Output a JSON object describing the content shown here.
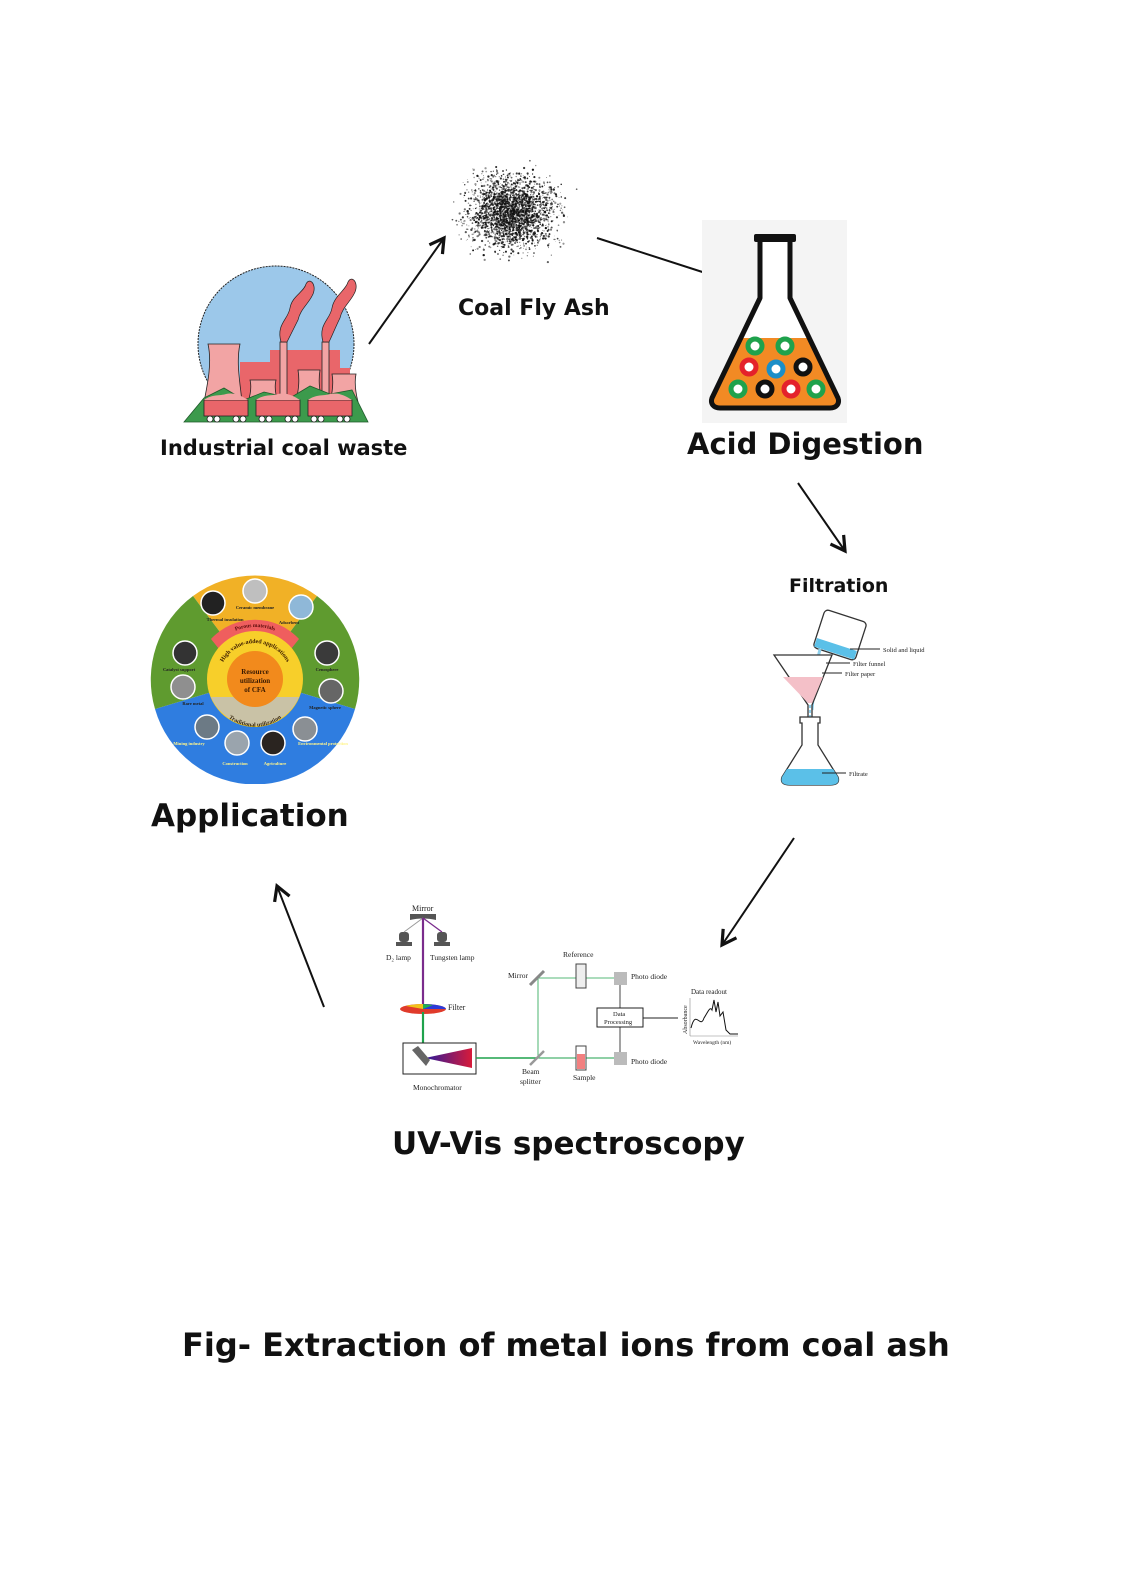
{
  "diagram": {
    "caption": "Fig- Extraction of metal ions from coal ash",
    "colors": {
      "arrow": "#111111",
      "sky": "#9cc8ea",
      "smoke": "#e9666a",
      "tower": "#f2a4a4",
      "ground": "#3c9a4c",
      "flask_liquid": "#f28a24",
      "filtrate": "#5bc0e8",
      "beam_green": "#1fa24c",
      "beam_purple": "#7a2c8c"
    },
    "steps": [
      {
        "id": "industrial",
        "label": "Industrial coal waste",
        "icon": "power-plant-icon"
      },
      {
        "id": "fly-ash",
        "label": "Coal Fly Ash",
        "icon": "ash-particles-icon"
      },
      {
        "id": "acid",
        "label": "Acid Digestion",
        "icon": "erlenmeyer-flask-icon"
      },
      {
        "id": "filtration",
        "label": "Filtration",
        "icon": "filtration-setup-icon"
      },
      {
        "id": "uvvis",
        "label": "UV-Vis spectroscopy",
        "icon": "spectrophotometer-schematic-icon"
      },
      {
        "id": "application",
        "label": "Application",
        "icon": "cfa-utilization-wheel-icon"
      }
    ],
    "filtration_labels": {
      "solid_liquid": "Solid and liquid",
      "funnel": "Filter funnel",
      "paper": "Filter paper",
      "filtrate": "Filtrate"
    },
    "uvvis_labels": {
      "mirror_top": "Mirror",
      "d2_lamp": "D₂ lamp",
      "tungsten_lamp": "Tungsten lamp",
      "filter": "Filter",
      "monochromator": "Monochromator",
      "mirror_side": "Mirror",
      "beam_splitter_1": "Beam",
      "beam_splitter_2": "splitter",
      "reference": "Reference",
      "sample": "Sample",
      "photo_diode_top": "Photo diode",
      "photo_diode_bottom": "Photo diode",
      "data_processing_1": "Data",
      "data_processing_2": "Processing",
      "data_readout": "Data readout",
      "absorbance": "Absorbance",
      "wavelength": "Wavelength (nm)"
    },
    "wheel": {
      "center_1": "Resource",
      "center_2": "utilization",
      "center_3": "of CFA",
      "ring_high": "High value-added applications",
      "ring_traditional": "Traditional utilization",
      "ring_porous": "Porous materials",
      "items": {
        "thermal": "Thermal insulation",
        "ceramic": "Ceramic membrane",
        "adsorbent": "Adsorbent",
        "cenosphere": "Cenosphere",
        "magnetic": "Magnetic sphere",
        "environmental": "Environmental protection",
        "agriculture": "Agriculture",
        "construction": "Construction",
        "mining": "Mining industry",
        "rare_metal": "Rare metal",
        "catalyst": "Catalyst support"
      }
    }
  }
}
